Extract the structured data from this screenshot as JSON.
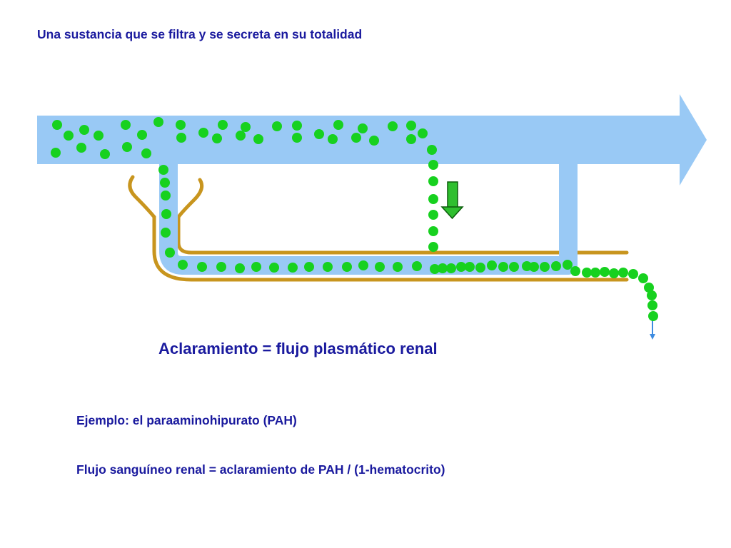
{
  "slide": {
    "title": "Una sustancia que se filtra y se secreta en su totalidad",
    "formula": "Aclaramiento = flujo plasmático renal",
    "example": "Ejemplo: el paraaminohipurato (PAH)",
    "blood_flow_equation": "Flujo sanguíneo renal = aclaramiento de PAH / (1-hematocrito)"
  },
  "diagram": {
    "colors": {
      "vessel": "#99c9f5",
      "tubule": "#c8951e",
      "particle": "#17d11f",
      "arrow": "#2fbf2f",
      "text": "#1a1a9e"
    },
    "icons": [
      "flow-arrow-icon",
      "secretion-arrow-icon",
      "urine-drip-arrow-icon"
    ]
  }
}
